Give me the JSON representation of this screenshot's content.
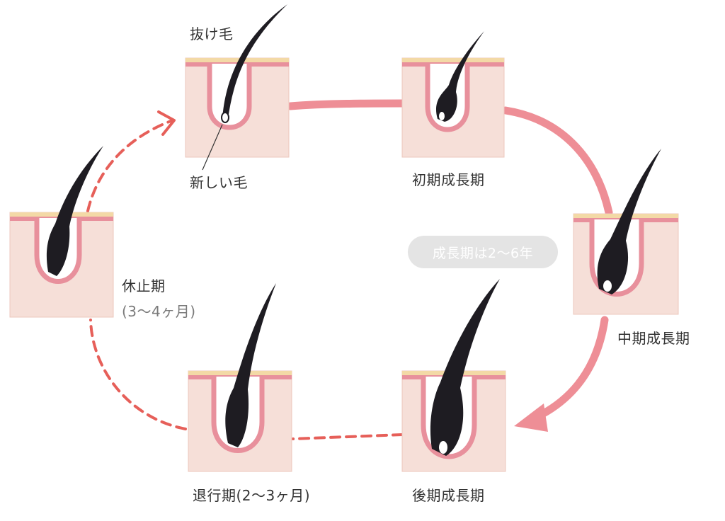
{
  "diagram": {
    "labels": {
      "nukege": "抜け毛",
      "atarashii_ke": "新しい毛",
      "early_growth": "初期成長期",
      "mid_growth": "中期成長期",
      "late_growth": "後期成長期",
      "regression": "退行期(2〜3ヶ月)",
      "resting": "休止期",
      "resting_duration": "(3〜4ヶ月)",
      "growth_note": "成長期は2〜6年"
    },
    "colors": {
      "skin": "#f6dfd8",
      "skin_edge": "#ecc7bd",
      "surface_band": "#f2c8a4",
      "surface_top": "#f3d9a6",
      "sheath": "#e8909c",
      "hair": "#1e1c22",
      "growth_arrow": "#ee8e96",
      "rest_arrow": "#e65f59",
      "pill": "#e4e4e4"
    },
    "stages": [
      "抜け毛",
      "初期成長期",
      "中期成長期",
      "後期成長期",
      "退行期",
      "休止期"
    ]
  }
}
